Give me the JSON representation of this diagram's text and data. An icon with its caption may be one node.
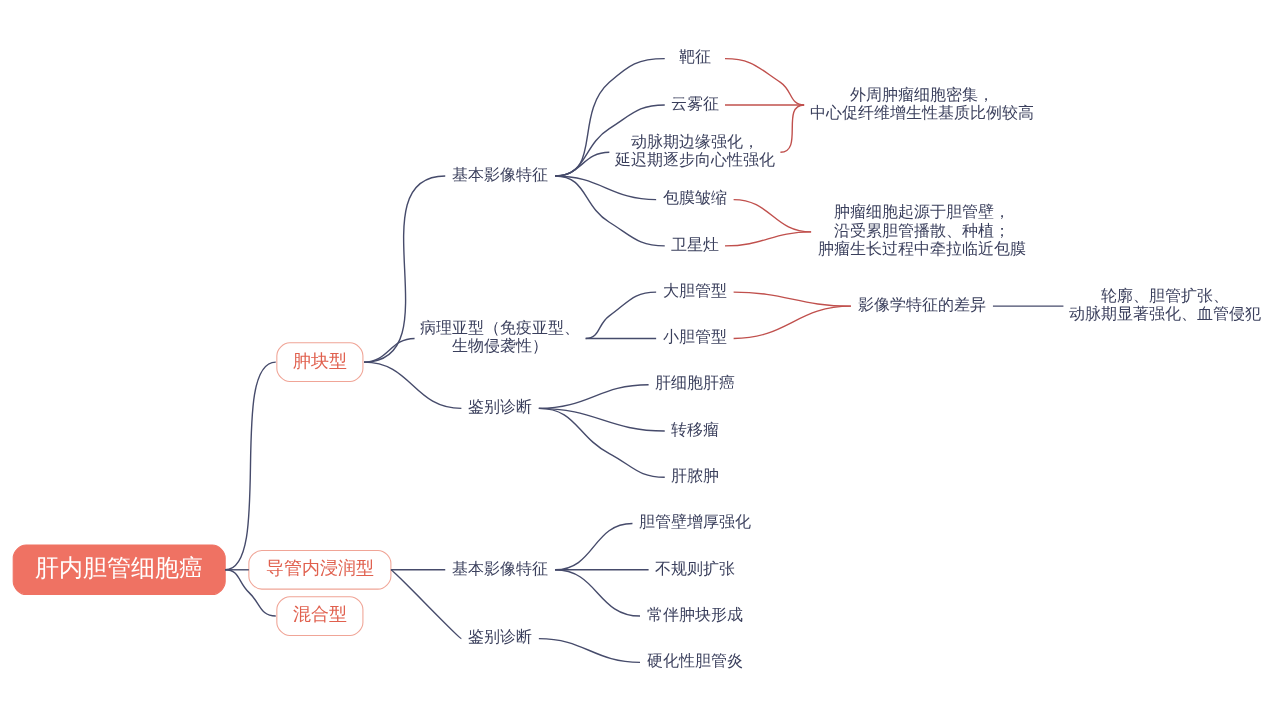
{
  "diagram": {
    "nodes": [
      {
        "text": [
          "肝内胆管细胞癌"
        ]
      },
      {
        "text": [
          "肿块型"
        ]
      },
      {
        "text": [
          "基本影像特征"
        ]
      },
      {
        "text": [
          "靶征"
        ]
      },
      {
        "text": [
          "云雾征"
        ]
      },
      {
        "text": [
          "动脉期边缘强化，延迟期逐步向心性强化"
        ]
      },
      {
        "text": [
          "包膜皱缩"
        ]
      },
      {
        "text": [
          "卫星灶"
        ]
      },
      {
        "text": [
          "外周肿瘤细胞密集，中心促纤维增生性基质比例较高"
        ]
      },
      {
        "text": [
          "肿瘤细胞起源于胆管壁，沿受累胆管播散、种植；肿瘤生长过程中牵拉临近包膜"
        ]
      },
      {
        "text": [
          "病理亚型（免疫亚型、生物侵袭性）"
        ]
      },
      {
        "text": [
          "大胆管型"
        ]
      },
      {
        "text": [
          "小胆管型"
        ]
      },
      {
        "text": [
          "影像学特征的差异"
        ]
      },
      {
        "text": [
          "轮廓、胆管扩张、动脉期显著强化、血管侵犯"
        ]
      },
      {
        "text": [
          "鉴别诊断"
        ]
      },
      {
        "text": [
          "肝细胞肝癌"
        ]
      },
      {
        "text": [
          "转移瘤"
        ]
      },
      {
        "text": [
          "肝脓肿"
        ]
      },
      {
        "text": [
          "导管内浸润型"
        ]
      },
      {
        "text": [
          "基本影像特征"
        ]
      },
      {
        "text": [
          "胆管壁增厚强化"
        ]
      },
      {
        "text": [
          "不规则扩张"
        ]
      },
      {
        "text": [
          "常伴肿块形成"
        ]
      },
      {
        "text": [
          "鉴别诊断"
        ]
      },
      {
        "text": [
          "硬化性胆管炎"
        ]
      },
      {
        "text": [
          "混合型"
        ]
      }
    ],
    "edges": [
      {
        "from": 0,
        "to": 1,
        "arrow": "none"
      },
      {
        "from": 0,
        "to": 19,
        "arrow": "none"
      },
      {
        "from": 0,
        "to": 26,
        "arrow": "none"
      },
      {
        "from": 1,
        "to": 2,
        "arrow": "none"
      },
      {
        "from": 1,
        "to": 10,
        "arrow": "none"
      },
      {
        "from": 1,
        "to": 15,
        "arrow": "none"
      },
      {
        "from": 2,
        "to": 3,
        "arrow": "none"
      },
      {
        "from": 2,
        "to": 4,
        "arrow": "none"
      },
      {
        "from": 2,
        "to": 5,
        "arrow": "none"
      },
      {
        "from": 2,
        "to": 6,
        "arrow": "none"
      },
      {
        "from": 2,
        "to": 7,
        "arrow": "none"
      },
      {
        "from": 3,
        "to": 8,
        "arrow": "none",
        "color": "#c0504d"
      },
      {
        "from": 4,
        "to": 8,
        "arrow": "none",
        "color": "#c0504d"
      },
      {
        "from": 5,
        "to": 8,
        "arrow": "none",
        "color": "#c0504d"
      },
      {
        "from": 6,
        "to": 9,
        "arrow": "none",
        "color": "#c0504d"
      },
      {
        "from": 7,
        "to": 9,
        "arrow": "none",
        "color": "#c0504d"
      },
      {
        "from": 10,
        "to": 11,
        "arrow": "none"
      },
      {
        "from": 10,
        "to": 12,
        "arrow": "none"
      },
      {
        "from": 11,
        "to": 13,
        "arrow": "none",
        "color": "#c0504d"
      },
      {
        "from": 12,
        "to": 13,
        "arrow": "none",
        "color": "#c0504d"
      },
      {
        "from": 13,
        "to": 14,
        "arrow": "none"
      },
      {
        "from": 15,
        "to": 16,
        "arrow": "none"
      },
      {
        "from": 15,
        "to": 17,
        "arrow": "none"
      },
      {
        "from": 15,
        "to": 18,
        "arrow": "none"
      },
      {
        "from": 19,
        "to": 20,
        "arrow": "none"
      },
      {
        "from": 19,
        "to": 24,
        "arrow": "none"
      },
      {
        "from": 20,
        "to": 21,
        "arrow": "none"
      },
      {
        "from": 20,
        "to": 22,
        "arrow": "none"
      },
      {
        "from": 20,
        "to": 23,
        "arrow": "none"
      },
      {
        "from": 24,
        "to": 25,
        "arrow": "none"
      }
    ]
  }
}
